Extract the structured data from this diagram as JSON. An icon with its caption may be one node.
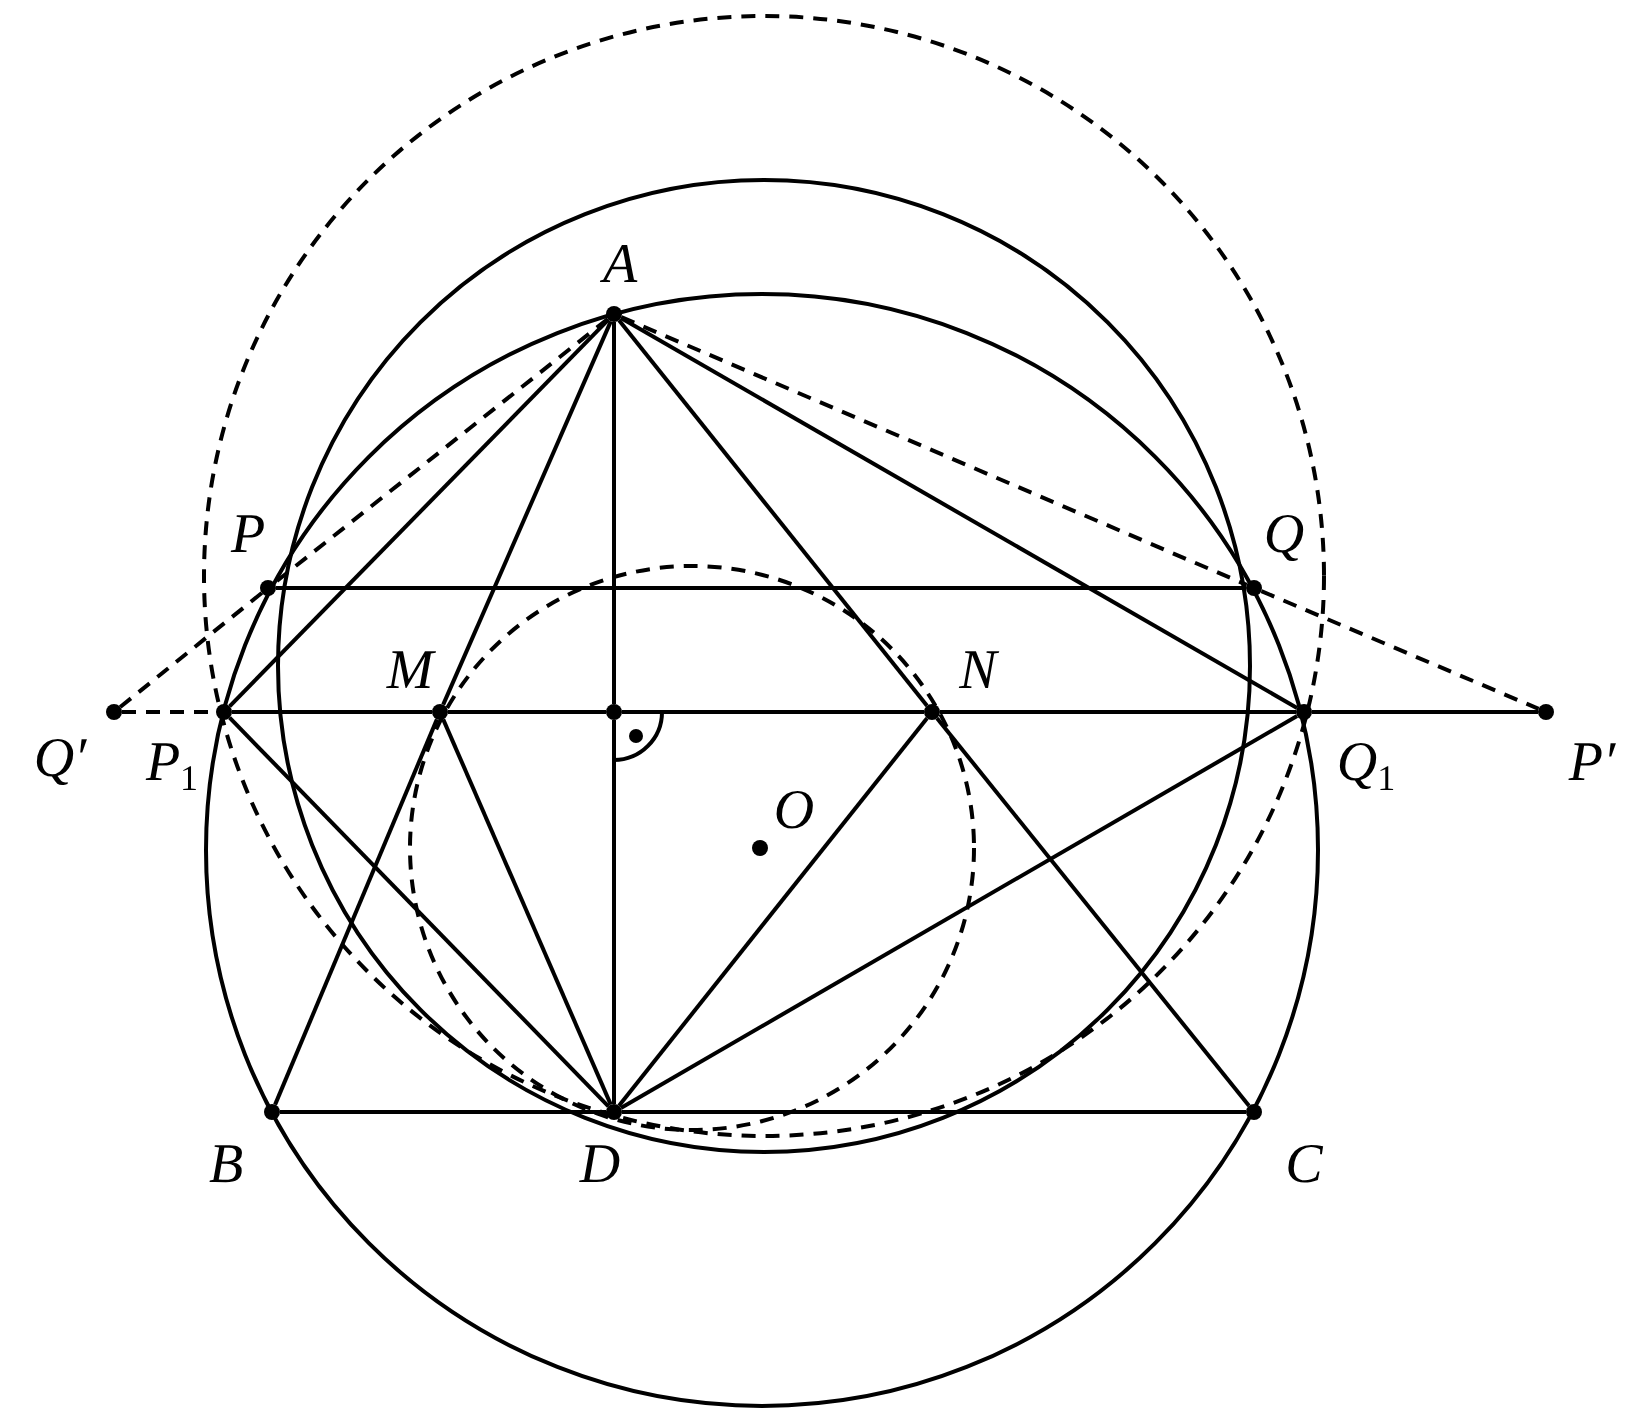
{
  "diagram": {
    "nodes": [
      {
        "text": [],
        "shape": "circle",
        "beside": [
          "A"
        ]
      },
      {
        "text": [],
        "shape": "circle",
        "beside": [
          "P"
        ]
      },
      {
        "text": [],
        "shape": "circle",
        "beside": [
          "Q"
        ]
      },
      {
        "text": [],
        "shape": "circle",
        "beside": [
          "Q′"
        ]
      },
      {
        "text": [],
        "shape": "circle",
        "beside": [
          "P$_{1}$"
        ]
      },
      {
        "text": [],
        "shape": "circle",
        "beside": [
          "M"
        ]
      },
      {
        "text": [],
        "shape": "circle"
      },
      {
        "text": [],
        "shape": "circle",
        "beside": [
          "N"
        ]
      },
      {
        "text": [],
        "shape": "circle",
        "beside": [
          "Q$_{1}$"
        ]
      },
      {
        "text": [],
        "shape": "circle",
        "beside": [
          "P′"
        ]
      },
      {
        "text": [],
        "shape": "circle",
        "beside": [
          "O"
        ]
      },
      {
        "text": [],
        "shape": "circle",
        "beside": [
          "B"
        ]
      },
      {
        "text": [],
        "shape": "circle",
        "beside": [
          "D"
        ]
      },
      {
        "text": [],
        "shape": "circle",
        "beside": [
          "C"
        ]
      }
    ],
    "edges": [
      {
        "from": 0,
        "to": 1,
        "arrow": "none",
        "style": "dashed"
      },
      {
        "from": 1,
        "to": 3,
        "arrow": "none",
        "style": "dashed"
      },
      {
        "from": 0,
        "to": 2,
        "arrow": "none",
        "style": "dashed"
      },
      {
        "from": 2,
        "to": 9,
        "arrow": "none",
        "style": "dashed"
      },
      {
        "from": 3,
        "to": 4,
        "arrow": "none",
        "style": "dashed"
      },
      {
        "from": 4,
        "to": 5,
        "arrow": "none"
      },
      {
        "from": 5,
        "to": 6,
        "arrow": "none"
      },
      {
        "from": 6,
        "to": 7,
        "arrow": "none"
      },
      {
        "from": 7,
        "to": 8,
        "arrow": "none"
      },
      {
        "from": 8,
        "to": 9,
        "arrow": "none"
      },
      {
        "from": 0,
        "to": 6,
        "arrow": "none"
      },
      {
        "from": 6,
        "to": 12,
        "arrow": "none"
      },
      {
        "from": 0,
        "to": 5,
        "arrow": "none"
      },
      {
        "from": 5,
        "to": 11,
        "arrow": "none"
      },
      {
        "from": 0,
        "to": 7,
        "arrow": "none"
      },
      {
        "from": 7,
        "to": 13,
        "arrow": "none"
      },
      {
        "from": 0,
        "to": 4,
        "arrow": "none"
      },
      {
        "from": 0,
        "to": 8,
        "arrow": "none"
      },
      {
        "from": 1,
        "to": 2,
        "arrow": "none"
      },
      {
        "from": 11,
        "to": 12,
        "arrow": "none"
      },
      {
        "from": 12,
        "to": 13,
        "arrow": "none"
      },
      {
        "from": 12,
        "to": 5,
        "arrow": "none"
      },
      {
        "from": 12,
        "to": 7,
        "arrow": "none"
      },
      {
        "from": 12,
        "to": 4,
        "arrow": "none"
      },
      {
        "from": 12,
        "to": 8,
        "arrow": "none"
      }
    ]
  }
}
